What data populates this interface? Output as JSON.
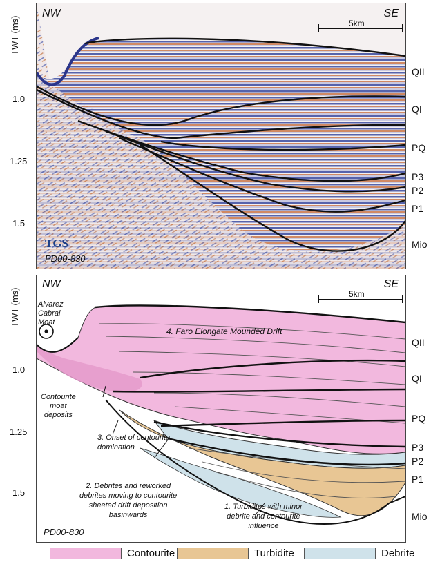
{
  "colors": {
    "contourite": "#f2b8de",
    "contourite_dark": "#e59acb",
    "turbidite": "#e8c694",
    "debrite": "#cfe2ea",
    "seismic_blue": "#2f3f9a",
    "seismic_red": "#c8703c",
    "horizon": "#111111"
  },
  "seismic_panel": {
    "direction_left": "NW",
    "direction_right": "SE",
    "scale_label": "5km",
    "logo_text": "TGS",
    "line_id": "PD00-830",
    "y_axis_label": "TWT (ms)",
    "ticks": [
      "1.0",
      "1.25",
      "1.5"
    ]
  },
  "interp_panel": {
    "direction_left": "NW",
    "direction_right": "SE",
    "scale_label": "5km",
    "line_id": "PD00-830",
    "y_axis_label": "TWT (ms)",
    "ticks": [
      "1.0",
      "1.25",
      "1.5"
    ],
    "moat_label": "Alvarez Cabral Moat",
    "moat_label_line1": "Alvarez",
    "moat_label_line2": "Cabral",
    "moat_label_line3": "Moat",
    "faro_label": "4. Faro Elongate Mounded Drift",
    "moat_deposits_line1": "Contourite",
    "moat_deposits_line2": "moat",
    "moat_deposits_line3": "deposits",
    "onset_line1": "3. Onset of contourite",
    "onset_line2": "domination",
    "debrites_line1": "2. Debrites and reworked",
    "debrites_line2": "debrites moving to contourite",
    "debrites_line3": "sheeted drift deposition",
    "debrites_line4": "basinwards",
    "turbidites_line1": "1. Turbidites with minor",
    "turbidites_line2": "debrite and contourite",
    "turbidites_line3": "influence"
  },
  "units": [
    "QII",
    "QI",
    "PQ",
    "P3",
    "P2",
    "P1",
    "Mio"
  ],
  "legend": [
    {
      "label": "Contourite",
      "color": "#f2b8de"
    },
    {
      "label": "Turbidite",
      "color": "#e8c694"
    },
    {
      "label": "Debrite",
      "color": "#cfe2ea"
    }
  ]
}
